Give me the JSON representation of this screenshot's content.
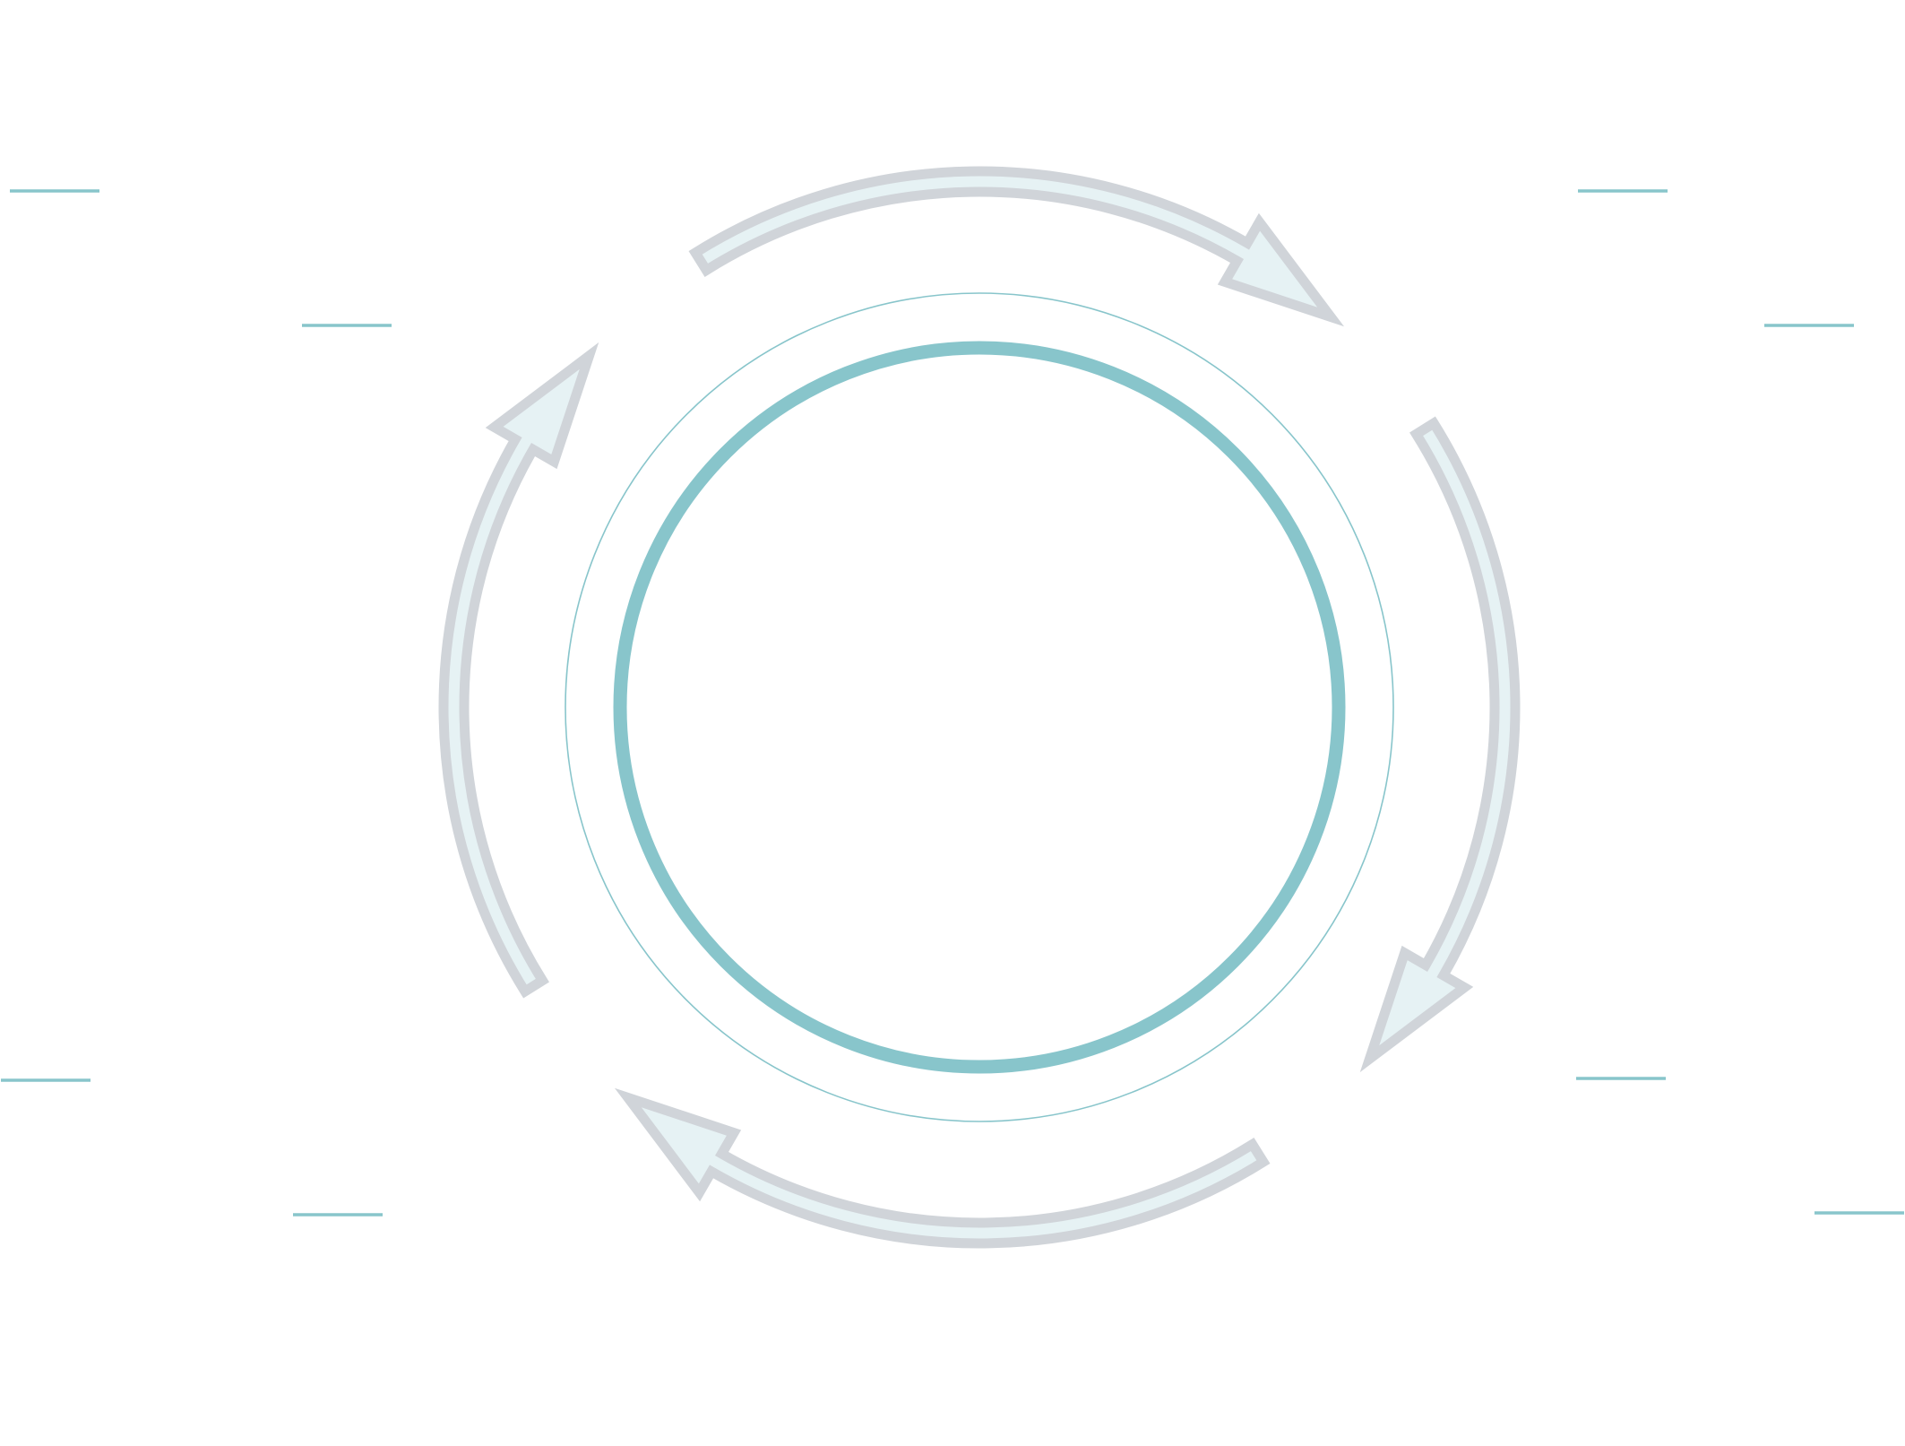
{
  "diagram": {
    "type": "cycle",
    "arrow_count": 4,
    "direction": "clockwise",
    "colors": {
      "teal": "#88c5cb",
      "arrow_fill": "#e6f2f4",
      "arrow_stroke": "#d0d4d9",
      "background": "#ffffff"
    },
    "icons": {
      "center": "center-ring",
      "arrows": [
        "arrow-top-icon",
        "arrow-right-icon",
        "arrow-bottom-icon",
        "arrow-left-icon"
      ]
    }
  }
}
